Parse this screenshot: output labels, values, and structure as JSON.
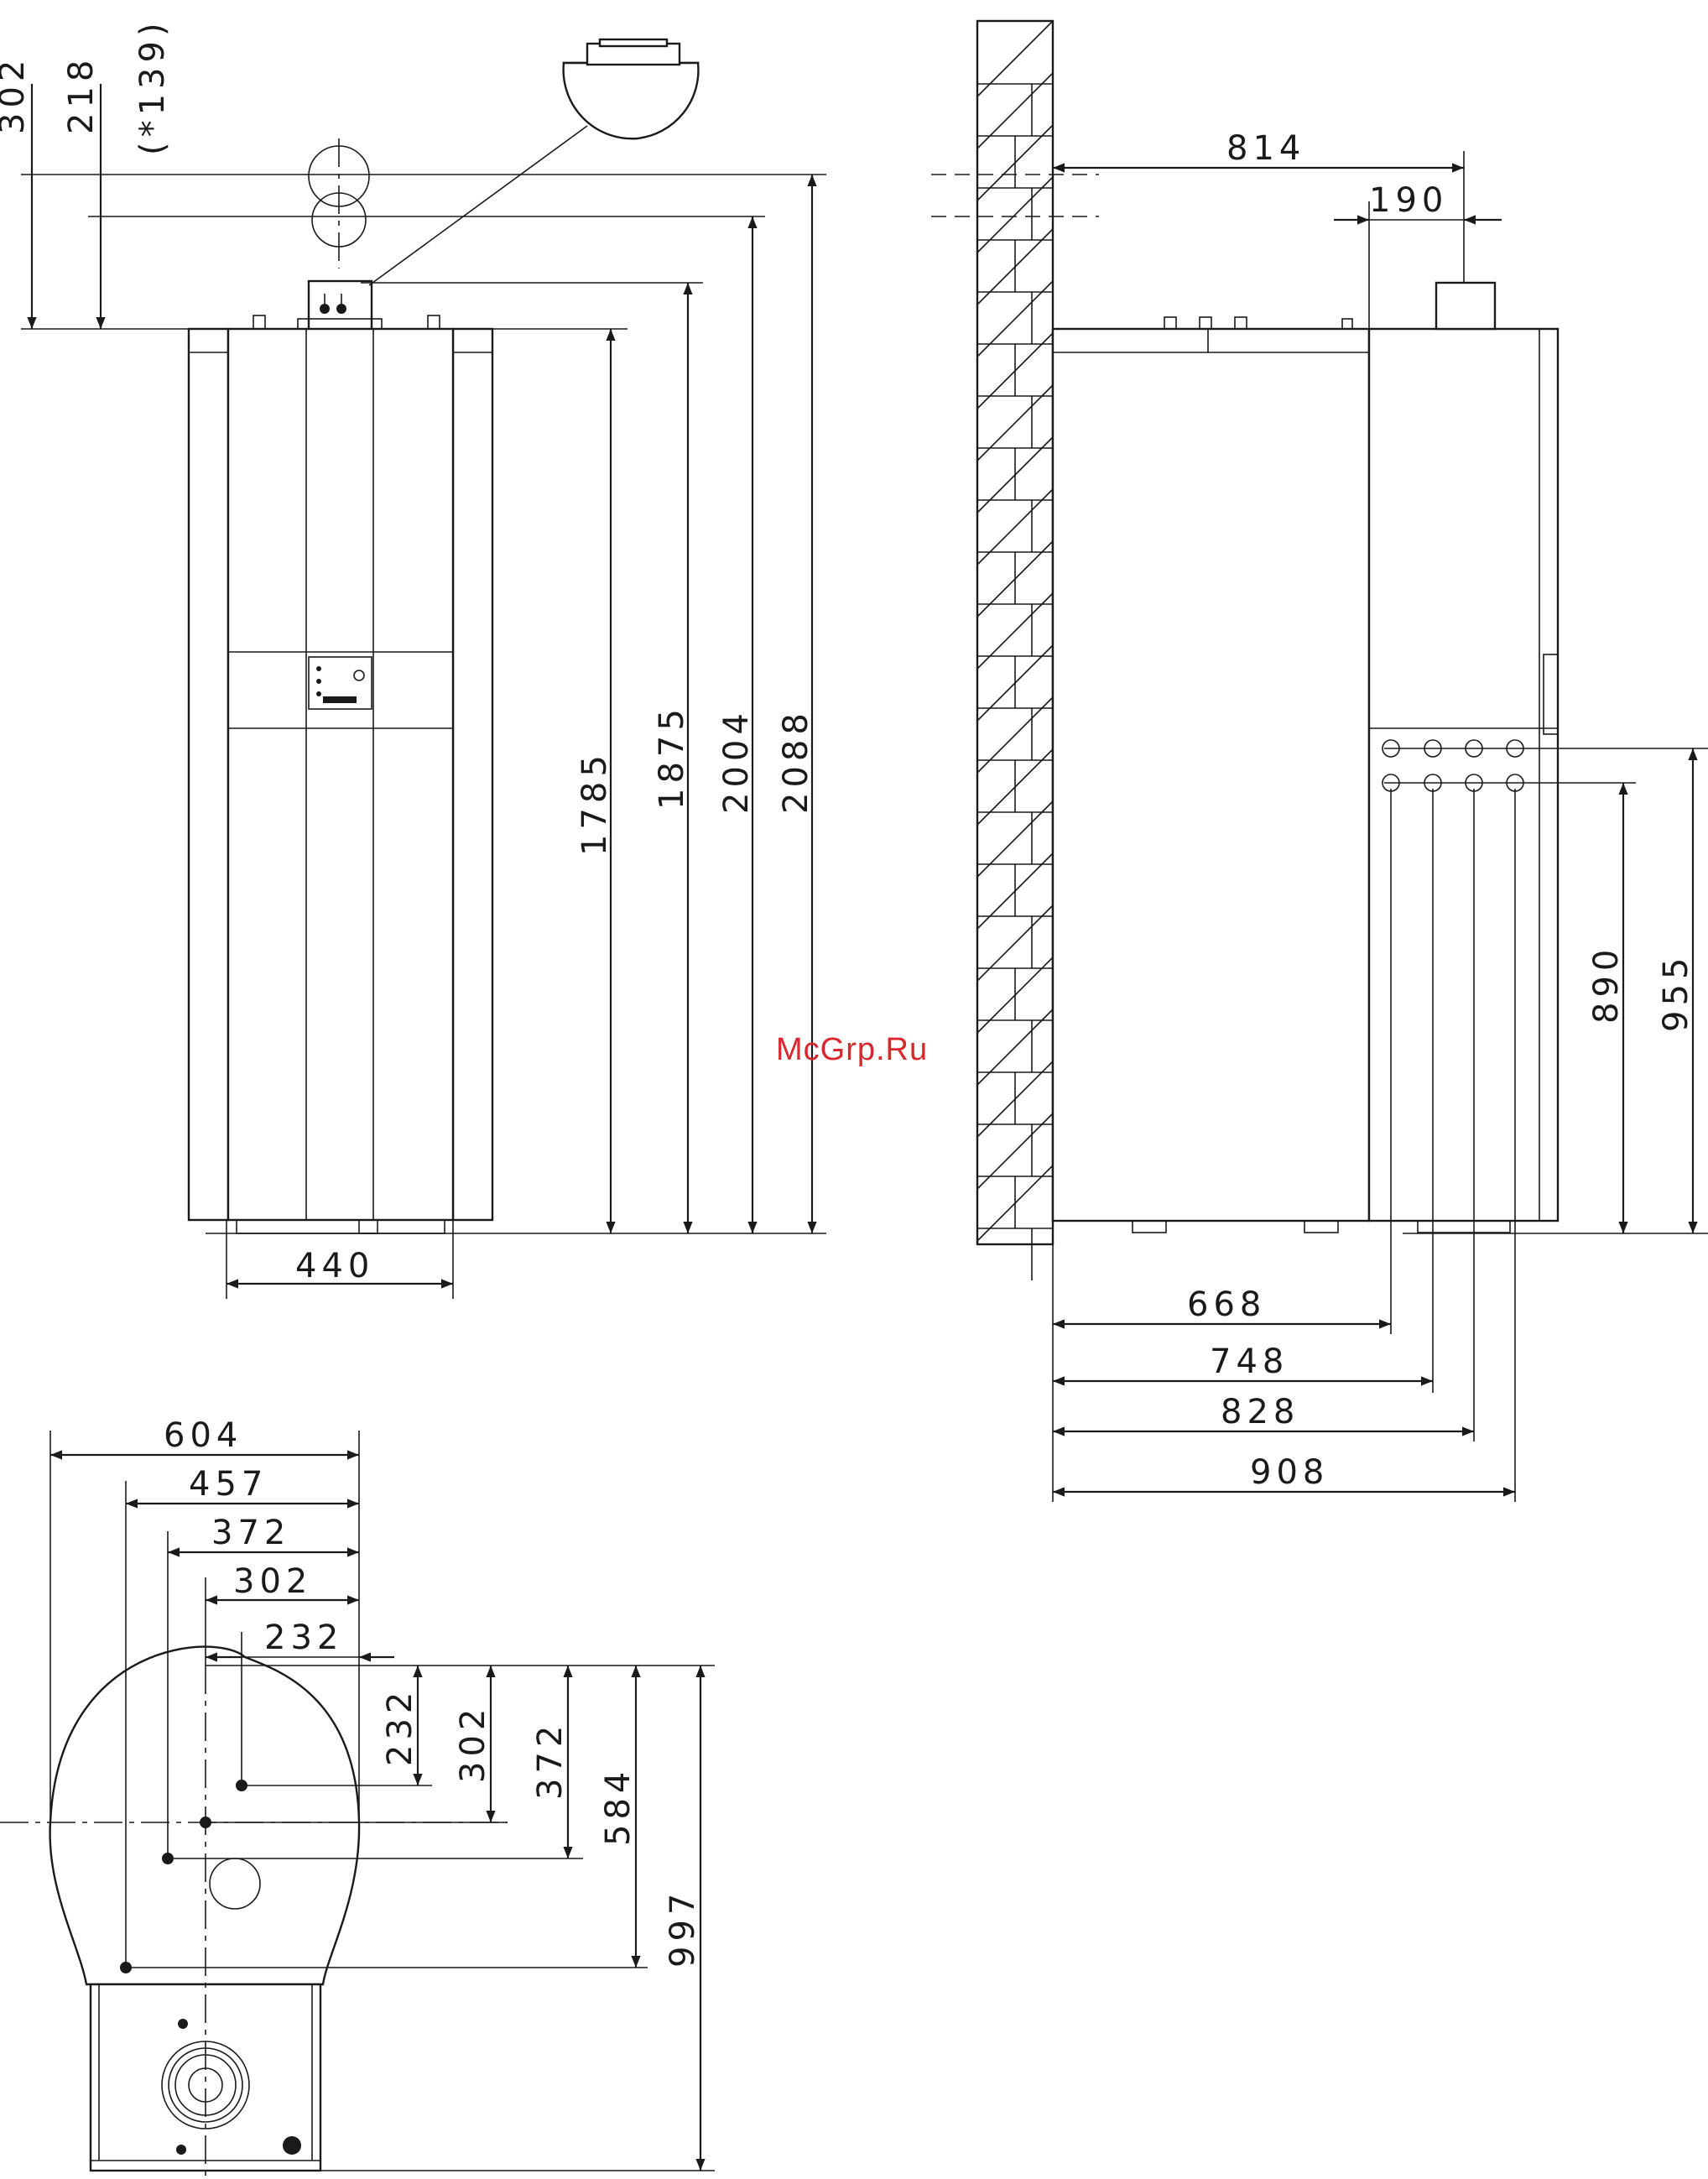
{
  "watermark": "McGrp.Ru",
  "front_view": {
    "top_dims": [
      "302",
      "218",
      "(*139)"
    ],
    "height_dims": [
      "1785",
      "1875",
      "2004",
      "2088"
    ],
    "width_dim": "440"
  },
  "side_view": {
    "top_dims": [
      "814",
      "190"
    ],
    "connection_height_dims": [
      "890",
      "955"
    ],
    "depth_dims": [
      "668",
      "748",
      "828",
      "908"
    ]
  },
  "plan_view": {
    "horizontal_dims": [
      "604",
      "457",
      "372",
      "302",
      "232"
    ],
    "vertical_dims": [
      "232",
      "302",
      "372",
      "584",
      "997"
    ]
  },
  "colors": {
    "line": "#1a1a1a",
    "watermark": "#d9272e",
    "background": "#ffffff"
  }
}
